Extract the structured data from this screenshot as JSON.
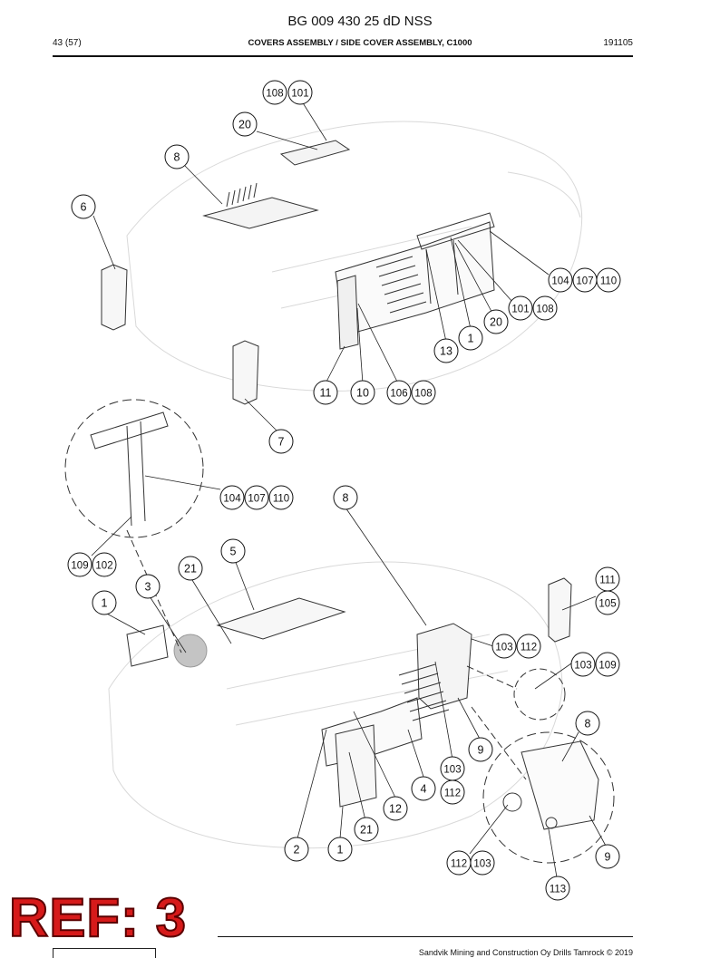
{
  "header": {
    "document_number": "BG 009 430 25 dD NSS",
    "page": "43 (57)",
    "title": "COVERS ASSEMBLY / SIDE COVER ASSEMBLY, C1000",
    "date": "191105"
  },
  "stamp": {
    "text": "REF: 3",
    "color": "#d61a1a"
  },
  "footer": {
    "copyright": "Sandvik Mining and Construction Oy Drills Tamrock © 2019"
  },
  "callouts": [
    {
      "label": "108"
    },
    {
      "label": "101"
    },
    {
      "label": "20"
    },
    {
      "label": "8"
    },
    {
      "label": "6"
    },
    {
      "label": "104"
    },
    {
      "label": "107"
    },
    {
      "label": "110"
    },
    {
      "label": "101"
    },
    {
      "label": "108"
    },
    {
      "label": "20"
    },
    {
      "label": "1"
    },
    {
      "label": "13"
    },
    {
      "label": "11"
    },
    {
      "label": "10"
    },
    {
      "label": "106"
    },
    {
      "label": "108"
    },
    {
      "label": "7"
    },
    {
      "label": "104"
    },
    {
      "label": "107"
    },
    {
      "label": "110"
    },
    {
      "label": "8"
    },
    {
      "label": "109"
    },
    {
      "label": "102"
    },
    {
      "label": "5"
    },
    {
      "label": "21"
    },
    {
      "label": "3"
    },
    {
      "label": "1"
    },
    {
      "label": "111"
    },
    {
      "label": "105"
    },
    {
      "label": "103"
    },
    {
      "label": "112"
    },
    {
      "label": "103"
    },
    {
      "label": "109"
    },
    {
      "label": "8"
    },
    {
      "label": "9"
    },
    {
      "label": "103"
    },
    {
      "label": "4"
    },
    {
      "label": "112"
    },
    {
      "label": "12"
    },
    {
      "label": "21"
    },
    {
      "label": "2"
    },
    {
      "label": "1"
    },
    {
      "label": "112"
    },
    {
      "label": "103"
    },
    {
      "label": "9"
    },
    {
      "label": "113"
    }
  ]
}
